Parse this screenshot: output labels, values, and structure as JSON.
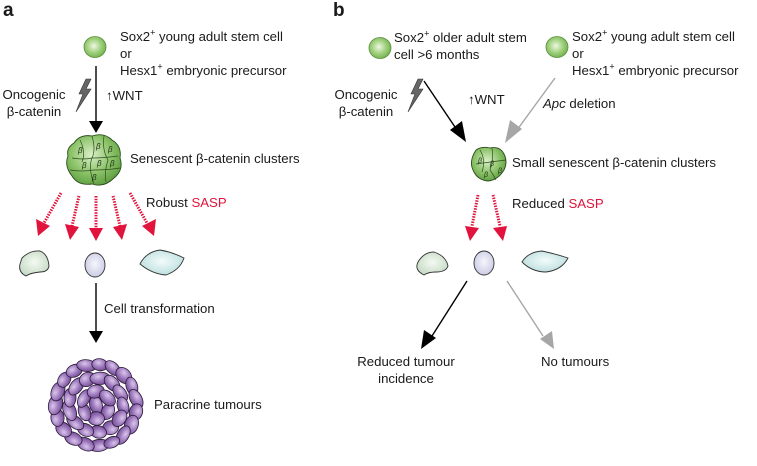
{
  "figure": {
    "panel_a": {
      "label": "a",
      "source_cell": {
        "line1_pre": "Sox2",
        "line1_sup": "+",
        "line1_post": " young adult stem cell",
        "line2": "or",
        "line3_pre": "Hesx1",
        "line3_sup": "+",
        "line3_post": " embryonic precursor"
      },
      "mutation": {
        "line1": "Oncogenic",
        "line2": "β-catenin",
        "icon": "lightning-icon"
      },
      "wnt": {
        "arrow": "↑",
        "label": "WNT"
      },
      "cluster_label": "Senescent β-catenin clusters",
      "sasp": {
        "prefix": "Robust ",
        "highlight": "SASP"
      },
      "transformation_label": "Cell transformation",
      "outcome_label": "Paracrine tumours"
    },
    "panel_b": {
      "label": "b",
      "older_cell": {
        "line1_pre": "Sox2",
        "line1_sup": "+",
        "line1_post": " older adult stem",
        "line2": "cell >6 months"
      },
      "young_cell": {
        "line1_pre": "Sox2",
        "line1_sup": "+",
        "line1_post": " young adult stem cell",
        "line2": "or",
        "line3_pre": "Hesx1",
        "line3_sup": "+",
        "line3_post": " embryonic precursor"
      },
      "mutation": {
        "line1": "Oncogenic",
        "line2": "β-catenin",
        "icon": "lightning-icon"
      },
      "wnt": {
        "arrow": "↑",
        "label": "WNT"
      },
      "apc": {
        "gene": "Apc",
        "rest": " deletion"
      },
      "cluster_label": "Small senescent β-catenin clusters",
      "sasp": {
        "prefix": "Reduced ",
        "highlight": "SASP"
      },
      "outcome_reduced": {
        "line1": "Reduced tumour",
        "line2": "incidence"
      },
      "outcome_none": "No tumours"
    },
    "colors": {
      "sasp_red": "#e0143c",
      "stem_cell_green": "#8cc46a",
      "cluster_green": "#6aa84f",
      "tumour_purple": "#9a72b8",
      "grey_arrow": "#a6a6a6"
    }
  }
}
